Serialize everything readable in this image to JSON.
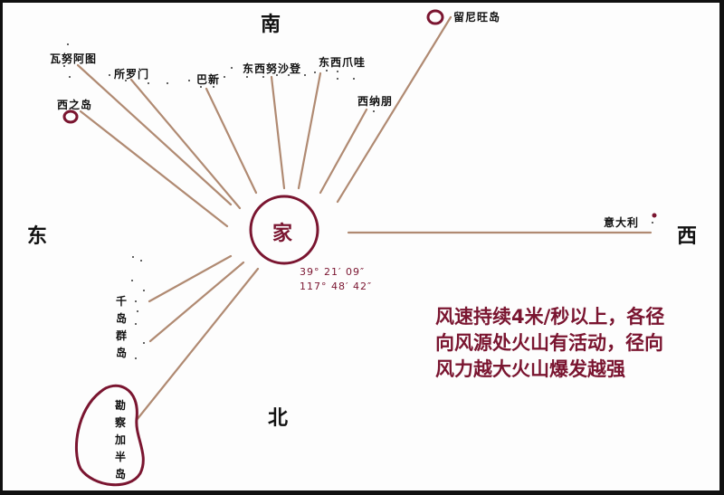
{
  "directions": {
    "south": "南",
    "north": "北",
    "east": "东",
    "west": "西"
  },
  "center": {
    "label": "家",
    "lat": "39° 21′ 09″",
    "lon": "117° 48′ 42″"
  },
  "places": {
    "wanuatu": "瓦努阿图",
    "solomon": "所罗门",
    "png": "巴新",
    "east_nusa": "东西努沙登",
    "east_java": "东西爪哇",
    "west_island": "西之岛",
    "reunion": "留尼旺岛",
    "sinabung": "西纳朋",
    "italy": "意大利",
    "kuril": "千岛群岛",
    "kamchatka": "勘察加半岛"
  },
  "note": {
    "lines": [
      "风速持续4米/秒以上，各径",
      "向风源处火山有活动，径向",
      "风力越大火山爆发越强"
    ]
  },
  "colors": {
    "ray": "#b08a72",
    "accent": "#7a1530",
    "text": "#111111"
  }
}
